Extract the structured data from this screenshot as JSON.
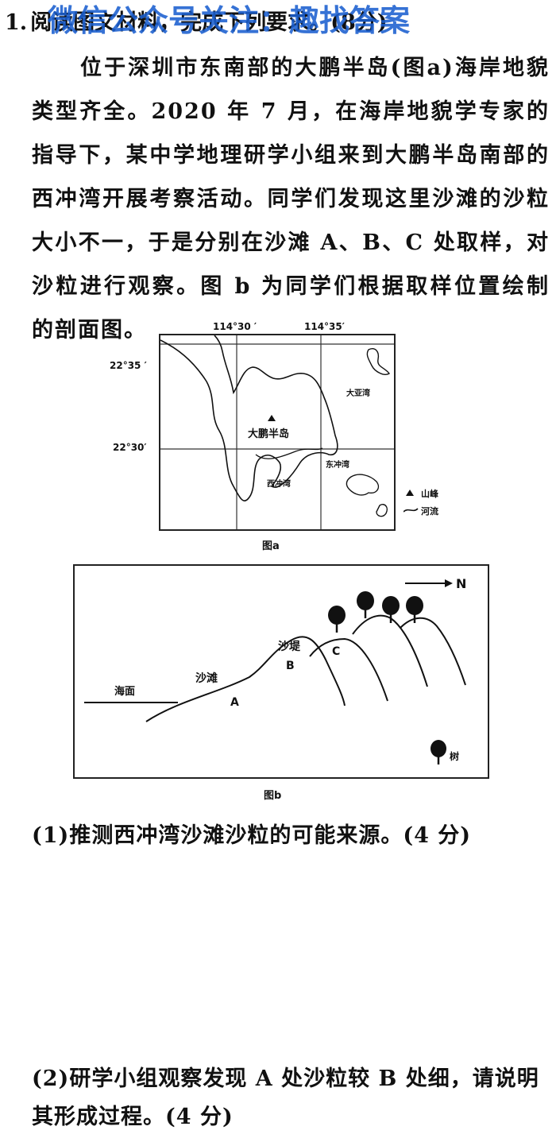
{
  "question": {
    "number": "1.",
    "heading": "阅读图文材料，完成下列要求。(8分)",
    "watermark": "微信公众号关注：趣找答案",
    "paragraph": "位于深圳市东南部的大鹏半岛(图a)海岸地貌类型齐全。2020 年 7 月，在海岸地貌学专家的指导下，某中学地理研学小组来到大鹏半岛南部的西冲湾开展考察活动。同学们发现这里沙滩的沙粒大小不一，于是分别在沙滩 A、B、C 处取样，对沙粒进行观察。图 b 为同学们根据取样位置绘制的剖面图。"
  },
  "figure_a": {
    "caption": "图a",
    "lon_labels": [
      "114°30 ′",
      "114°35′"
    ],
    "lat_labels": [
      "22°35 ′",
      "22°30′"
    ],
    "places": {
      "dapeng": "大鹏半岛",
      "dayawan": "大亚湾",
      "dongchong": "东冲湾",
      "xichong": "西冲湾"
    },
    "legend": {
      "peak": "山峰",
      "river": "河流"
    }
  },
  "figure_b": {
    "caption": "图b",
    "north": "N",
    "sea_level": "海面",
    "beach": "沙滩",
    "dune": "沙堤",
    "point_a": "A",
    "point_b": "B",
    "point_c": "C",
    "tree_legend": "树"
  },
  "sub_questions": [
    "(1)推测西冲湾沙滩沙粒的可能来源。(4 分)",
    "(2)研学小组观察发现 A 处沙粒较 B 处细，请说明其形成过程。(4 分)"
  ]
}
